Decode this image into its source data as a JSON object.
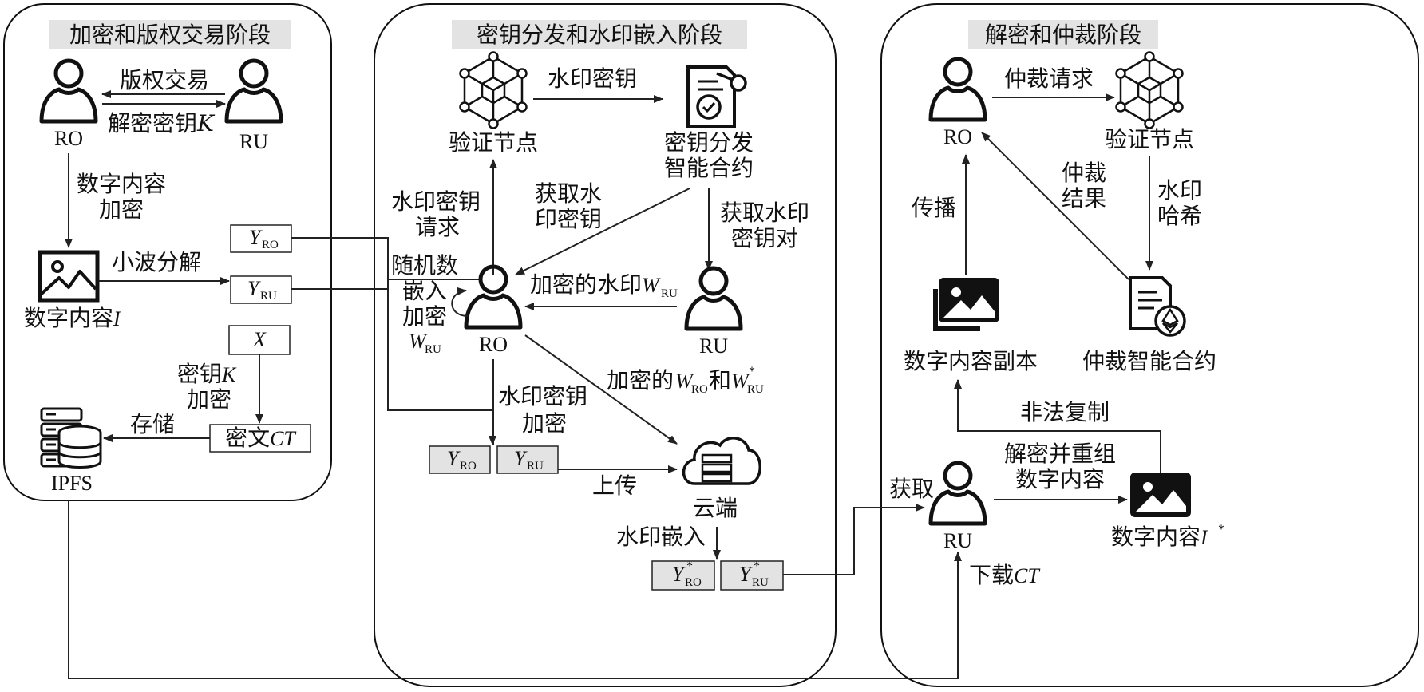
{
  "panels": {
    "left_title": "加密和版权交易阶段",
    "middle_title": "密钥分发和水印嵌入阶段",
    "right_title": "解密和仲裁阶段"
  },
  "left": {
    "ro": "RO",
    "ru": "RU",
    "trade": "版权交易",
    "key_prefix": "解密密钥",
    "key_var": "K",
    "encrypt_l1": "数字内容",
    "encrypt_l2": "加密",
    "wavelet": "小波分解",
    "content_prefix": "数字内容",
    "content_var": "I",
    "y": "Y",
    "ro_sub": "RO",
    "ru_sub": "RU",
    "x": "X",
    "key_encrypt_prefix": "密钥",
    "key_encrypt_var": "K",
    "key_encrypt_l2": "加密",
    "store": "存储",
    "ct_prefix": "密文",
    "ct_var": "CT",
    "ipfs": "IPFS"
  },
  "middle": {
    "verify_node": "验证节点",
    "wm_key": "水印密钥",
    "contract_l1": "密钥分发",
    "contract_l2": "智能合约",
    "wm_req_l1": "水印密钥",
    "wm_req_l2": "请求",
    "get_l1": "获取水",
    "get_l2": "印密钥",
    "get_pair_l1": "获取水印",
    "get_pair_l2": "密钥对",
    "rand_l1": "随机数",
    "rand_l2": "嵌入",
    "rand_l3": "加密",
    "w": "W",
    "ro": "RO",
    "ru": "RU",
    "enc_wm_prefix": "加密的水印",
    "enc_w_prefix": "加密的",
    "and": "和",
    "star": "*",
    "wm_key_enc_l1": "水印密钥",
    "wm_key_enc_l2": "加密",
    "upload": "上传",
    "cloud": "云端",
    "wm_embed": "水印嵌入"
  },
  "right": {
    "ro": "RO",
    "arb_req": "仲裁请求",
    "verify_node": "验证节点",
    "spread": "传播",
    "arb_result_l1": "仲裁",
    "arb_result_l2": "结果",
    "wm_hash_l1": "水印",
    "wm_hash_l2": "哈希",
    "copy": "数字内容副本",
    "arb_contract": "仲裁智能合约",
    "illegal": "非法复制",
    "acquire": "获取",
    "decrypt_l1": "解密并重组",
    "decrypt_l2": "数字内容",
    "ru": "RU",
    "content_prefix": "数字内容",
    "content_var": "I",
    "download_prefix": "下载",
    "download_var": "CT"
  },
  "icons": [
    "person-icon",
    "blockchain-node-icon",
    "contract-key-icon",
    "image-icon",
    "server-database-icon",
    "cloud-icon",
    "images-stack-icon",
    "ethereum-contract-icon"
  ]
}
